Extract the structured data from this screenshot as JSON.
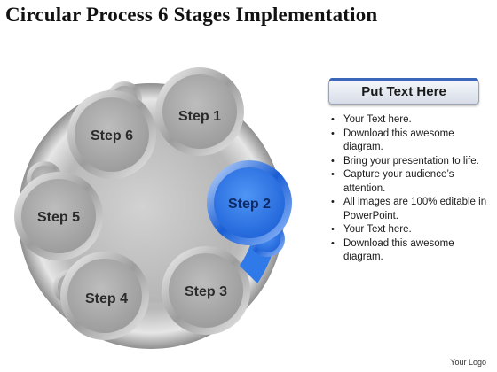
{
  "title": "Circular Process 6 Stages Implementation",
  "steps": [
    {
      "label": "Step 1",
      "active": false
    },
    {
      "label": "Step 2",
      "active": true
    },
    {
      "label": "Step 3",
      "active": false
    },
    {
      "label": "Step 4",
      "active": false
    },
    {
      "label": "Step 5",
      "active": false
    },
    {
      "label": "Step 6",
      "active": false
    }
  ],
  "colors": {
    "active": "#2f7ae8",
    "active_dark": "#1657c9",
    "ring": "#c8c8c8",
    "node": "#a9a9a9"
  },
  "panel": {
    "header": "Put Text Here",
    "bullets": [
      "Your Text here.",
      "Download this awesome diagram.",
      "Bring your presentation to life.",
      "Capture your audience’s attention.",
      "All images are 100% editable in PowerPoint.",
      "Your Text here.",
      "Download this awesome diagram."
    ],
    "bullet_icon": "bullet-dot"
  },
  "logo": "Your Logo"
}
